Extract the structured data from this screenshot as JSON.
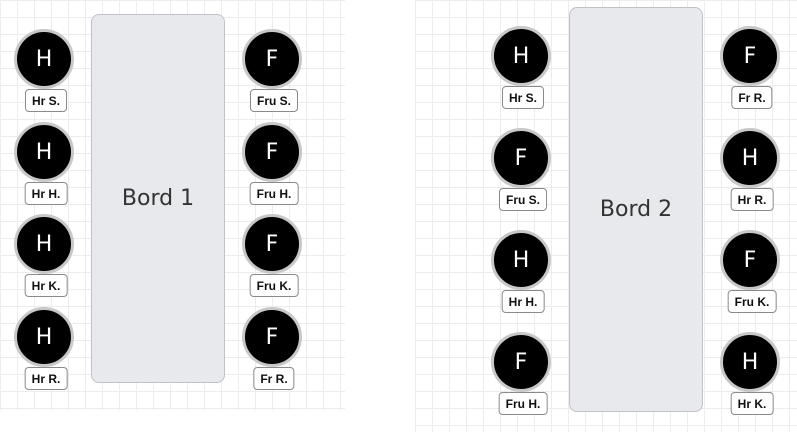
{
  "tables": [
    {
      "label": "Bord 1",
      "seats": [
        {
          "initial": "H",
          "name": "Hr S."
        },
        {
          "initial": "H",
          "name": "Hr H."
        },
        {
          "initial": "H",
          "name": "Hr K."
        },
        {
          "initial": "H",
          "name": "Hr R."
        },
        {
          "initial": "F",
          "name": "Fru S."
        },
        {
          "initial": "F",
          "name": "Fru H."
        },
        {
          "initial": "F",
          "name": "Fru K."
        },
        {
          "initial": "F",
          "name": "Fr R."
        }
      ]
    },
    {
      "label": "Bord 2",
      "seats": [
        {
          "initial": "H",
          "name": "Hr S."
        },
        {
          "initial": "F",
          "name": "Fru S."
        },
        {
          "initial": "H",
          "name": "Hr H."
        },
        {
          "initial": "F",
          "name": "Fru H."
        },
        {
          "initial": "F",
          "name": "Fr R."
        },
        {
          "initial": "H",
          "name": "Hr R."
        },
        {
          "initial": "F",
          "name": "Fru K."
        },
        {
          "initial": "H",
          "name": "Hr K."
        }
      ]
    }
  ]
}
